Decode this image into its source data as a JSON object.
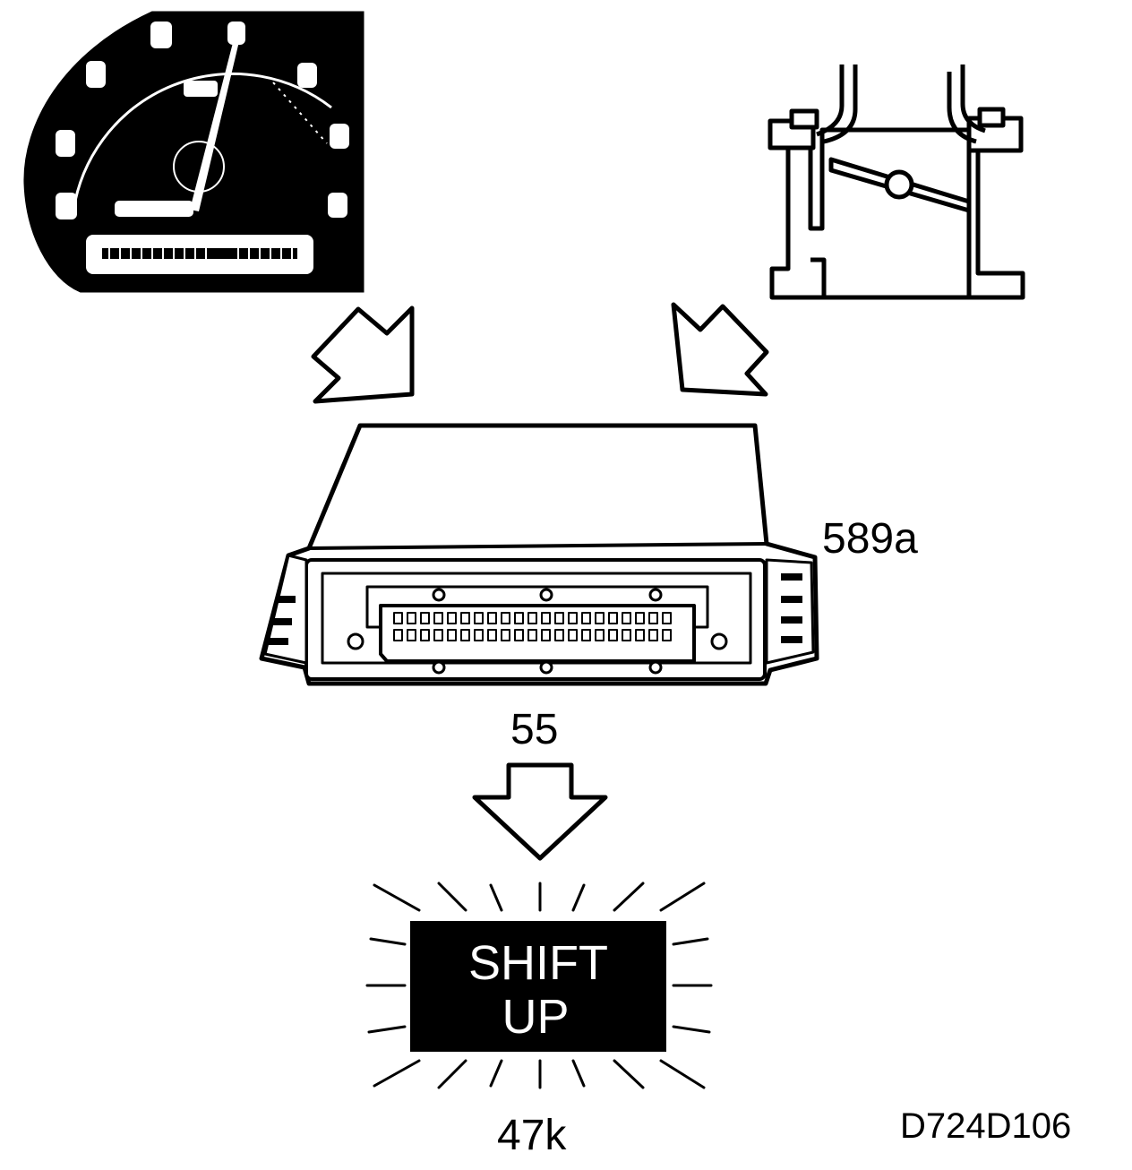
{
  "labels": {
    "ecu_ref": "589a",
    "connector_ref": "55",
    "lamp_ref": "47k",
    "figure_code": "D724D106"
  },
  "lamp": {
    "line1": "SHIFT",
    "line2": "UP"
  },
  "colors": {
    "ink": "#000000",
    "paper": "#ffffff"
  },
  "icons": {
    "tachometer": "tachometer-icon",
    "throttle_linkage": "throttle-linkage-icon",
    "control_unit": "control-unit-icon",
    "arrow": "arrow-icon",
    "lamp": "shift-up-lamp-icon"
  }
}
